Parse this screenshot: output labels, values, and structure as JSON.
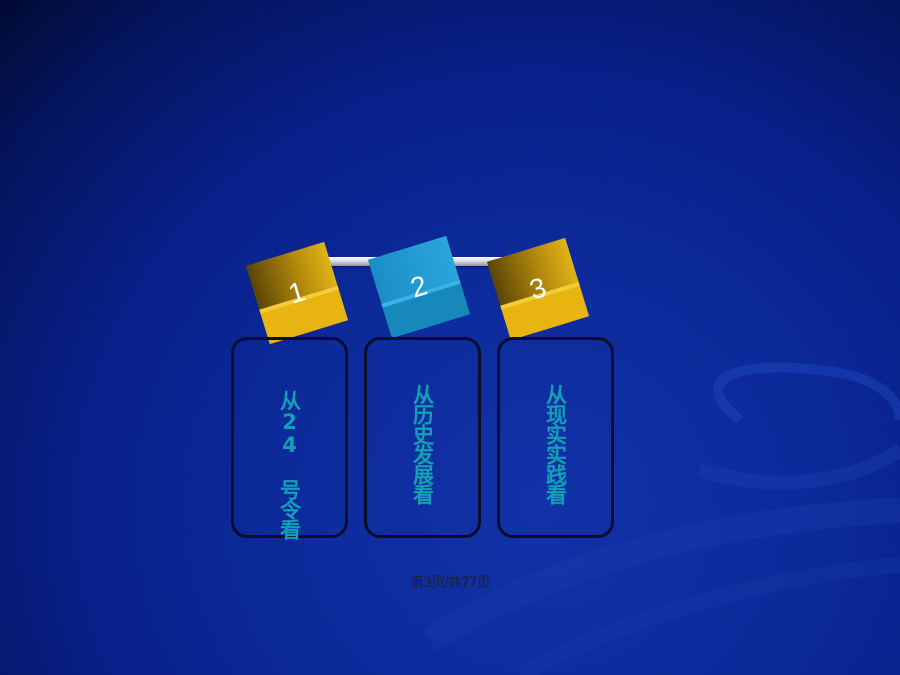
{
  "steps": [
    {
      "number": "1",
      "label": "从24 号令看",
      "color": "gold"
    },
    {
      "number": "2",
      "label": "从历史发展看",
      "color": "blue"
    },
    {
      "number": "3",
      "label": "从现实实践看",
      "color": "gold"
    }
  ],
  "footer": "第3页/共77页",
  "colors": {
    "background": "#0c2a9a",
    "gold_cube": "#d9aa10",
    "blue_cube": "#1892c4",
    "card_text": "#14a0b4",
    "card_border": "#0a0e2c"
  }
}
